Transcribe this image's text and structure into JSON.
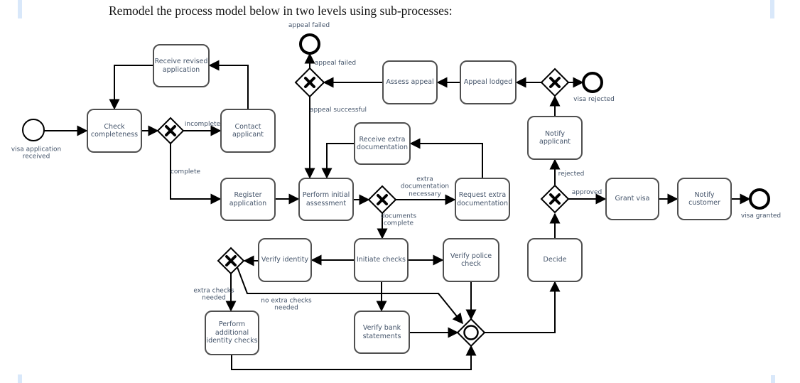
{
  "page": {
    "title": "Remodel the process model below in two levels using sub-processes:"
  },
  "diagram": {
    "type": "bpmn-process-model",
    "tasks": [
      {
        "id": "receive-revised-application",
        "label": "Receive revised\napplication"
      },
      {
        "id": "check-completeness",
        "label": "Check\ncompleteness"
      },
      {
        "id": "contact-applicant",
        "label": "Contact\napplicant"
      },
      {
        "id": "register-application",
        "label": "Register\napplication"
      },
      {
        "id": "perform-initial-assessment",
        "label": "Perform initial\nassessment"
      },
      {
        "id": "receive-extra-documentation",
        "label": "Receive extra\ndocumentation"
      },
      {
        "id": "request-extra-documentation",
        "label": "Request extra\ndocumentation"
      },
      {
        "id": "assess-appeal",
        "label": "Assess appeal"
      },
      {
        "id": "appeal-lodged",
        "label": "Appeal lodged"
      },
      {
        "id": "notify-applicant",
        "label": "Notify applicant"
      },
      {
        "id": "grant-visa",
        "label": "Grant visa"
      },
      {
        "id": "notify-customer",
        "label": "Notify customer"
      },
      {
        "id": "verify-identity",
        "label": "Verify identity"
      },
      {
        "id": "initiate-checks",
        "label": "Initiate checks"
      },
      {
        "id": "verify-police-check",
        "label": "Verify police\ncheck"
      },
      {
        "id": "decide",
        "label": "Decide"
      },
      {
        "id": "perform-additional-identity-checks",
        "label": "Perform\nadditional\nidentity checks"
      },
      {
        "id": "verify-bank-statements",
        "label": "Verify bank\nstatements"
      }
    ],
    "events": [
      {
        "id": "start-event",
        "kind": "start",
        "label": "visa application\nreceived"
      },
      {
        "id": "end-appeal-failed",
        "kind": "end",
        "label": "appeal failed"
      },
      {
        "id": "end-visa-rejected",
        "kind": "end",
        "label": "visa rejected"
      },
      {
        "id": "end-visa-granted",
        "kind": "end",
        "label": "visa granted"
      }
    ],
    "gateways": [
      {
        "id": "gw-completeness",
        "kind": "exclusive-xor"
      },
      {
        "id": "gw-assessment",
        "kind": "exclusive-xor"
      },
      {
        "id": "gw-appeal-outcome",
        "kind": "exclusive-xor"
      },
      {
        "id": "gw-reject-or-appeal",
        "kind": "exclusive-xor"
      },
      {
        "id": "gw-approve-reject",
        "kind": "exclusive-xor"
      },
      {
        "id": "gw-extra-checks",
        "kind": "exclusive-xor"
      },
      {
        "id": "gw-checks-join",
        "kind": "inclusive-or"
      }
    ],
    "edge_labels": {
      "incomplete": "incomplete",
      "complete": "complete",
      "appeal_failed": "appeal failed",
      "appeal_successful": "appeal successful",
      "extra_documentation_necessary": "extra\ndocumentation\nnecessary",
      "documents_complete": "documents\ncomplete",
      "rejected": "rejected",
      "approved": "approved",
      "extra_checks_needed": "extra checks\nneeded",
      "no_extra_checks_needed": "no extra checks\nneeded"
    }
  },
  "colors": {
    "background": "#ffffff",
    "line": "#000000",
    "task_border": "#4f4f4f",
    "label_text": "#44546a",
    "title_text": "#151515",
    "margin_marker": "#d9e8fa"
  }
}
